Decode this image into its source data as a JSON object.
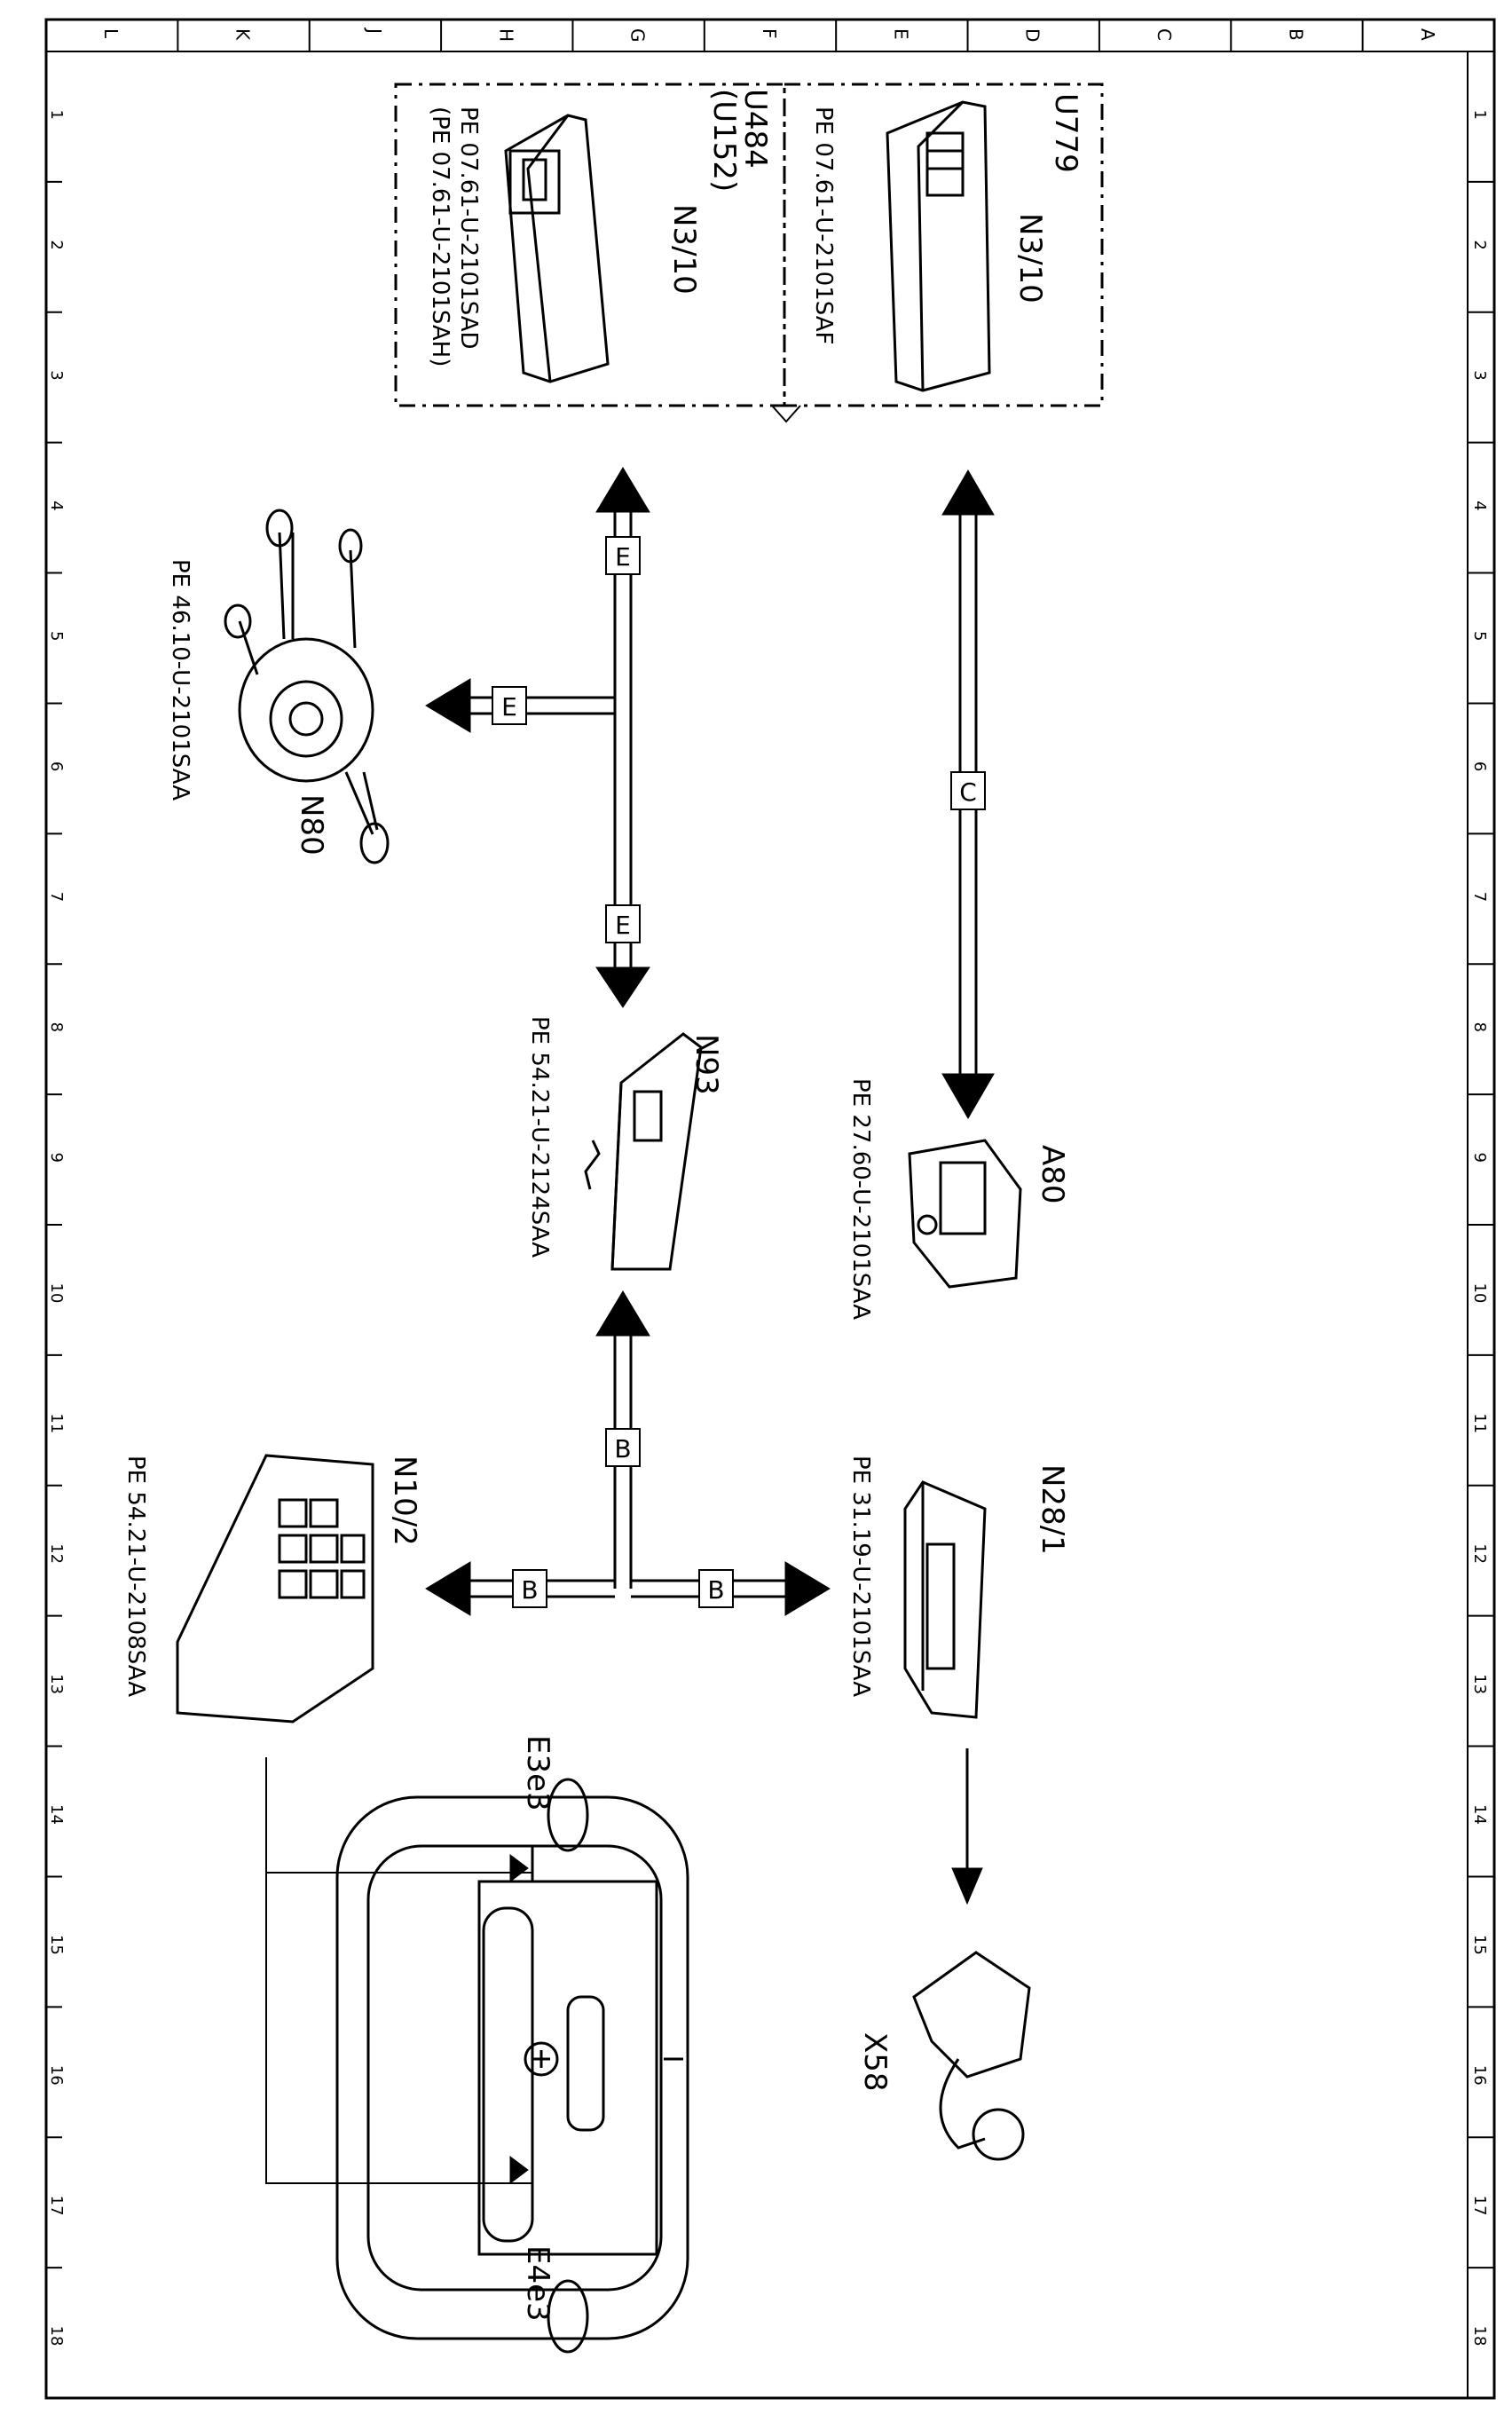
{
  "frame": {
    "top_columns": [
      "L",
      "K",
      "J",
      "H",
      "G",
      "F",
      "E",
      "D",
      "C",
      "B",
      "A"
    ],
    "row_numbers": [
      "1",
      "2",
      "3",
      "4",
      "5",
      "6",
      "7",
      "8",
      "9",
      "10",
      "11",
      "12",
      "13",
      "14",
      "15",
      "16",
      "17",
      "18"
    ]
  },
  "components": {
    "n3_10_u779": {
      "variant": "U779",
      "label": "N3/10",
      "refs": [
        "PE 07.61-U-2101SAF"
      ]
    },
    "n3_10_u484": {
      "variant": "U484",
      "variant2": "(U152)",
      "label": "N3/10",
      "refs": [
        "PE 07.61-U-2101SAD",
        "(PE 07.61-U-2101SAH)"
      ]
    },
    "n80": {
      "label": "N80",
      "ref": "PE 46.10-U-2101SAA"
    },
    "n93": {
      "label": "N93",
      "ref": "PE 54.21-U-2124SAA"
    },
    "a80": {
      "label": "A80",
      "ref": "PE 27.60-U-2101SAA"
    },
    "n10_2": {
      "label": "N10/2",
      "ref": "PE 54.21-U-2108SAA"
    },
    "n28_1": {
      "label": "N28/1",
      "ref": "PE 31.19-U-2101SAA"
    },
    "x58": {
      "label": "X58"
    },
    "e3e3": {
      "label": "E3e3"
    },
    "e4e3": {
      "label": "E4e3"
    }
  },
  "buses": {
    "c": "C",
    "e": "E",
    "b": "B"
  }
}
